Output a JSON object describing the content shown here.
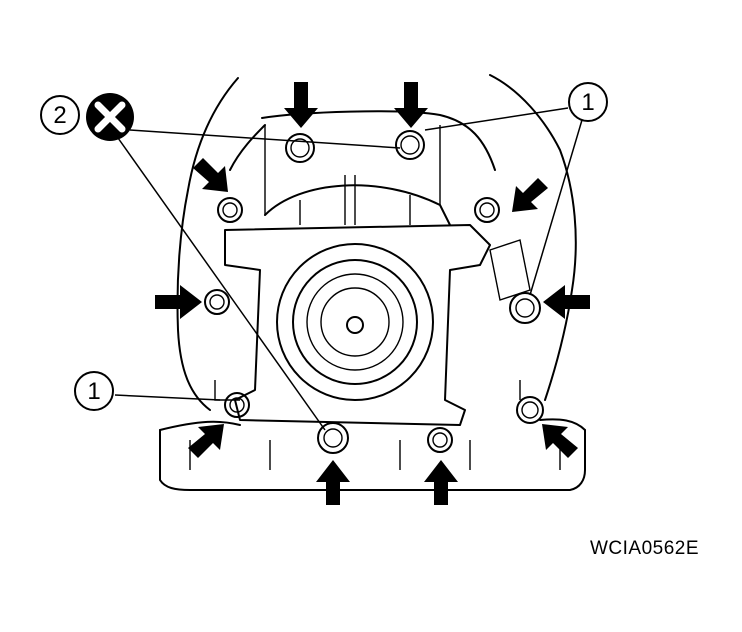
{
  "figure_code": "WCIA0562E",
  "callouts": {
    "one": "1",
    "two": "2"
  },
  "symbols": {
    "do_not_reuse": "x-circle-icon",
    "bolt_location": "arrow-icon"
  },
  "colors": {
    "ink": "#000000",
    "paper": "#ffffff"
  }
}
